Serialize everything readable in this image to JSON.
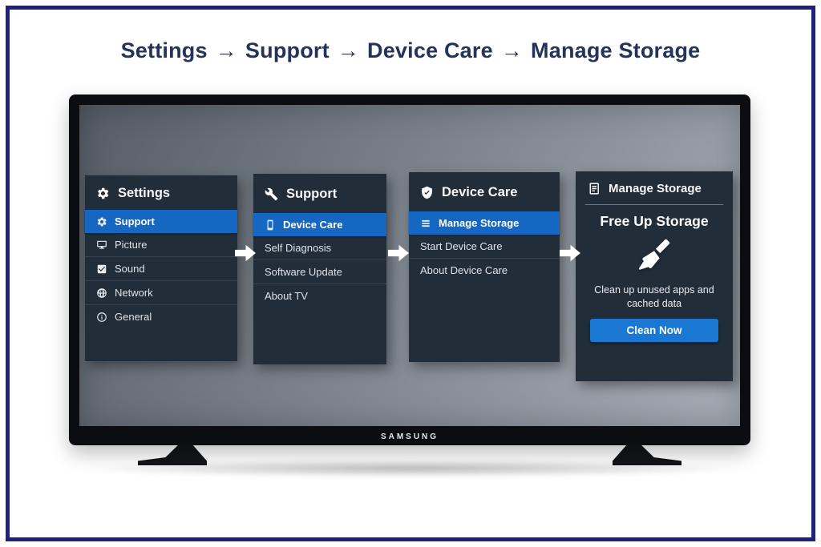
{
  "breadcrumb": {
    "separator": "→",
    "items": [
      "Settings",
      "Support",
      "Device Care",
      "Manage Storage"
    ]
  },
  "tv": {
    "brand": "SAMSUNG"
  },
  "panels": {
    "settings": {
      "title": "Settings",
      "items": [
        "Support",
        "Picture",
        "Sound",
        "Network",
        "General"
      ]
    },
    "support": {
      "title": "Support",
      "items": [
        "Device Care",
        "Self Diagnosis",
        "Software Update",
        "About TV"
      ]
    },
    "device_care": {
      "title": "Device Care",
      "items": [
        "Manage Storage",
        "Start Device Care",
        "About Device Care"
      ]
    },
    "manage_storage": {
      "title": "Manage Storage",
      "heading": "Free Up Storage",
      "description": "Clean up unused apps and cached data",
      "button": "Clean Now"
    }
  },
  "colors": {
    "frame_border": "#20207e",
    "breadcrumb_text": "#24335a",
    "panel_background": "#222d3a",
    "highlight_blue": "#1567c2",
    "button_blue": "#1b78d2"
  }
}
